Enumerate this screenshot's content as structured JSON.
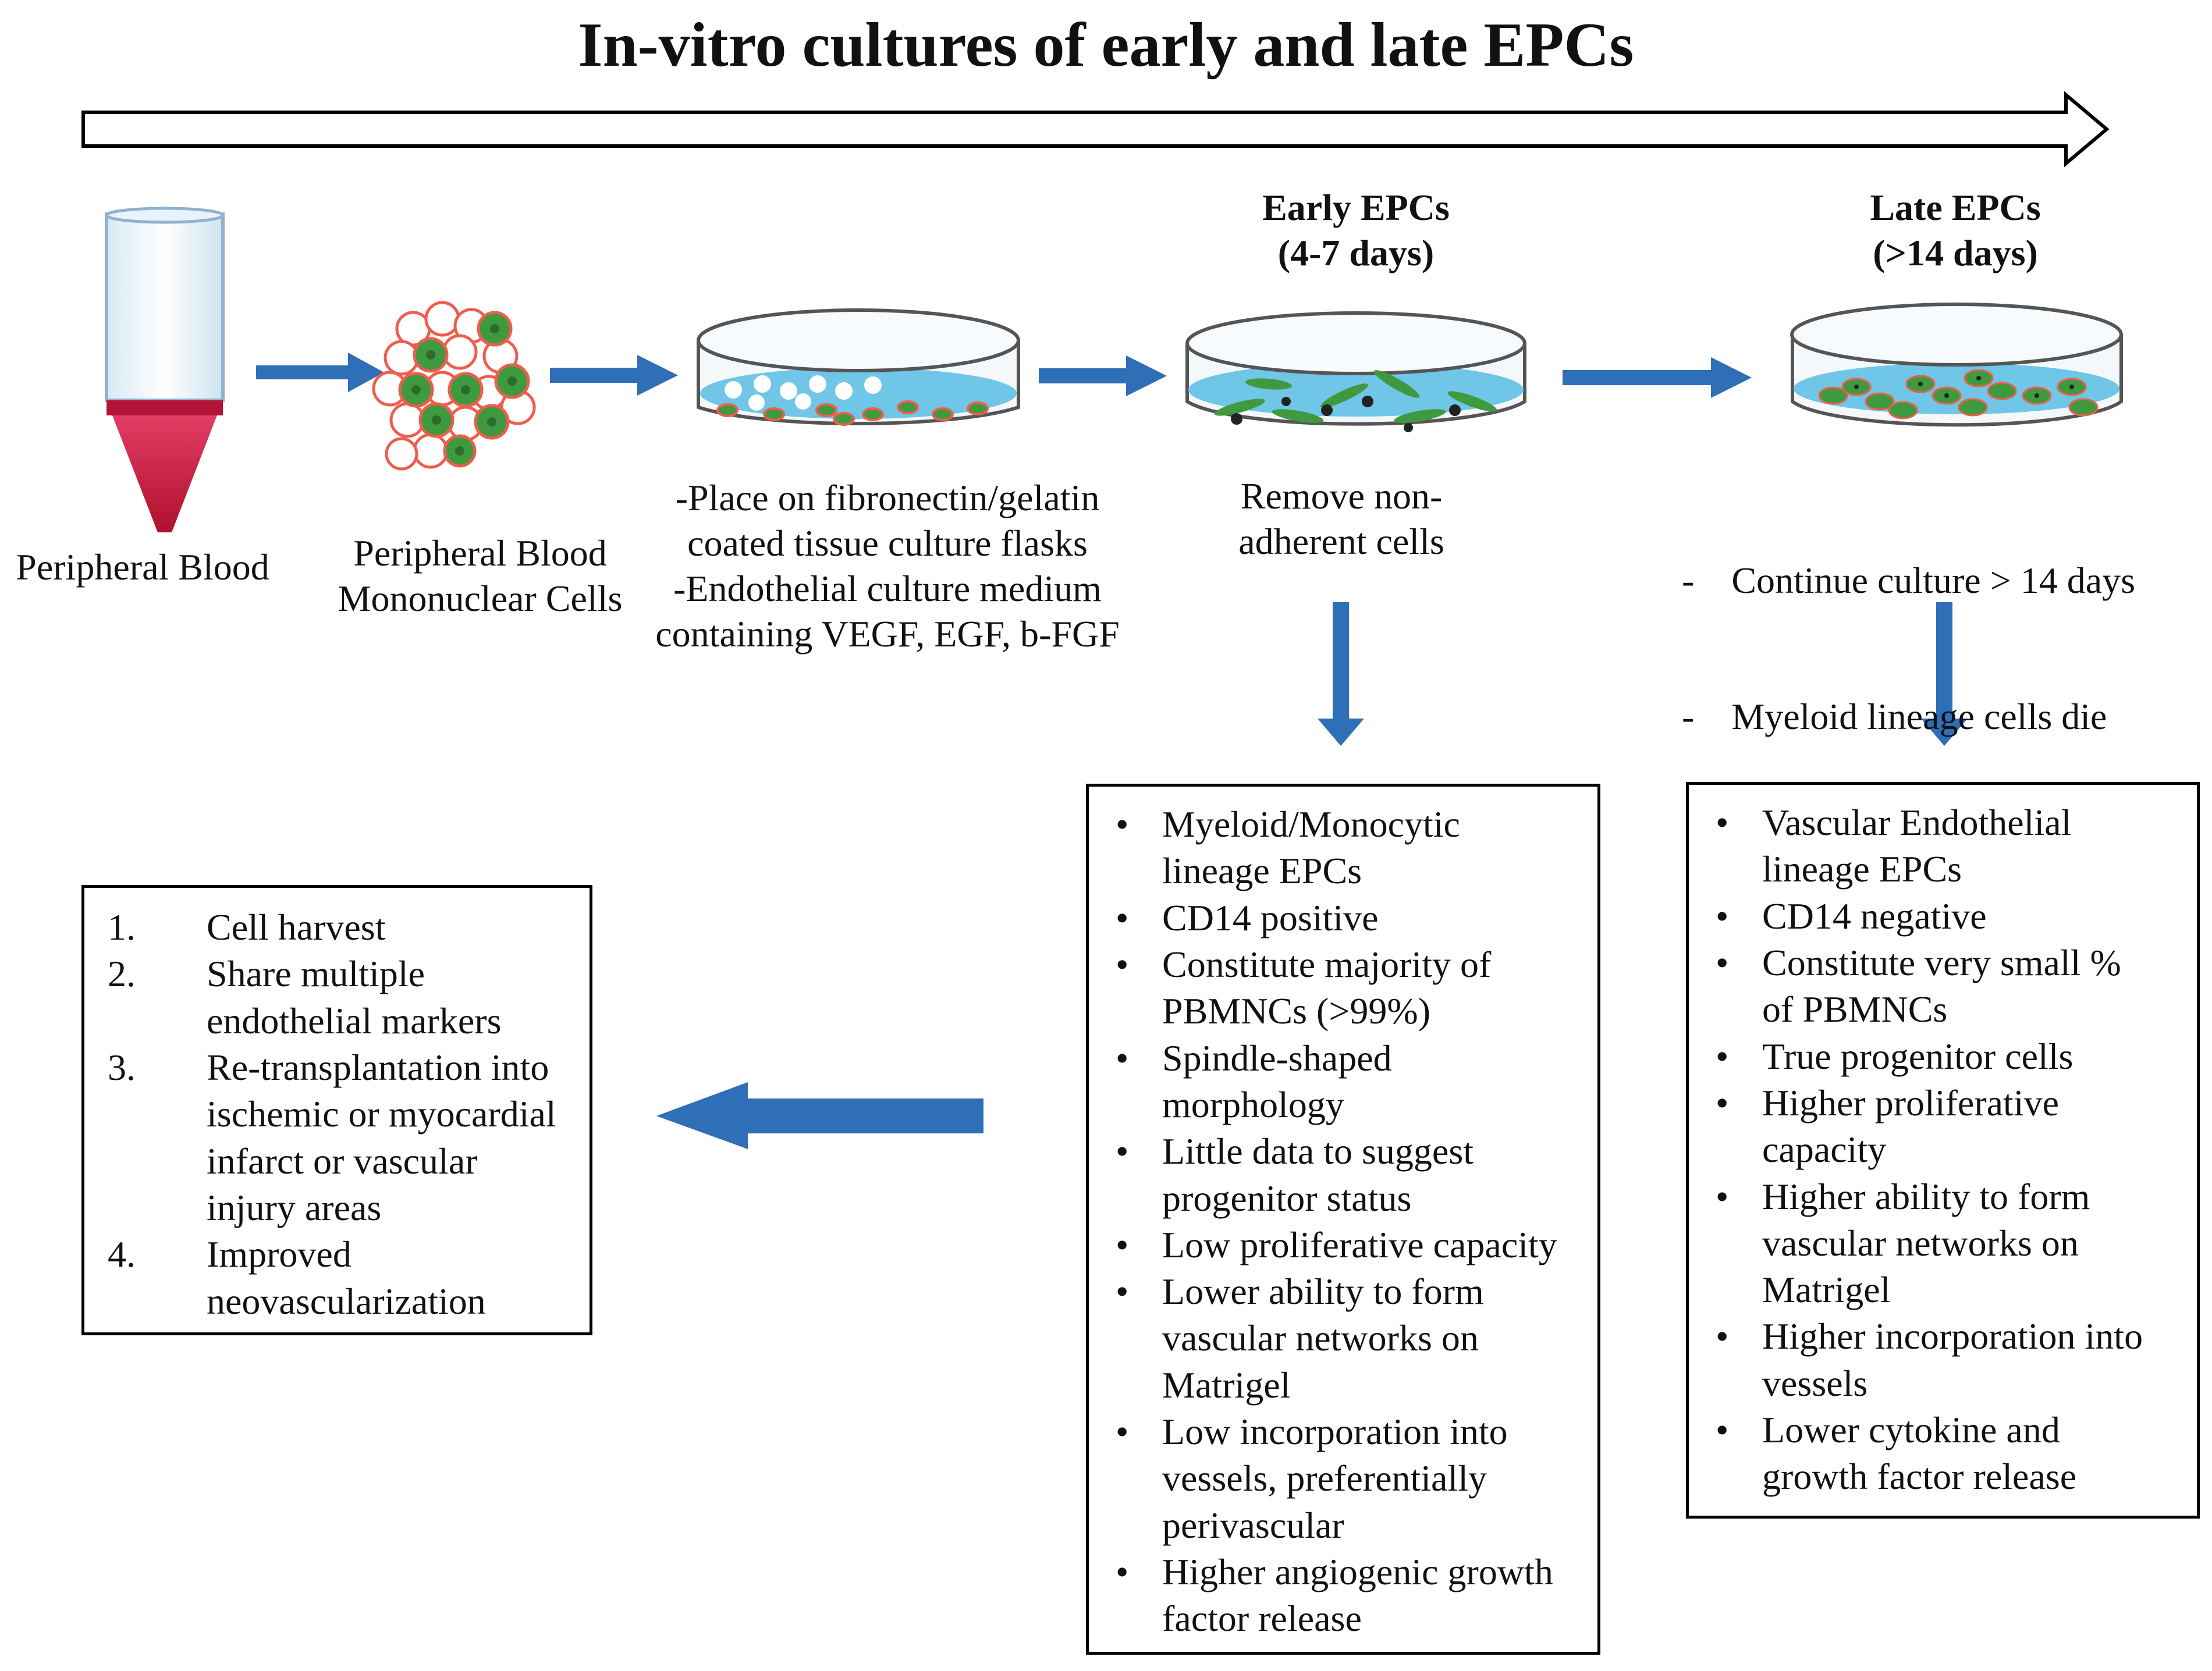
{
  "title": "In-vitro cultures of early and late EPCs",
  "steps": {
    "peripheral_blood": "Peripheral Blood",
    "pbmnc": [
      "Peripheral Blood",
      "Mononuclear Cells"
    ],
    "culture": [
      "-Place on fibronectin/gelatin",
      "coated tissue culture flasks",
      "-Endothelial culture medium",
      "containing VEGF,  EGF,  b-FGF"
    ],
    "early_heading": [
      "Early EPCs",
      "(4-7 days)"
    ],
    "early_note": [
      "Remove non-",
      "adherent cells"
    ],
    "late_heading": [
      "Late EPCs",
      "(>14 days)"
    ],
    "late_note": [
      "-    Continue culture > 14 days",
      "-    Myeloid lineage cells die"
    ]
  },
  "early_box": [
    [
      "Myeloid/Monocytic",
      "lineage EPCs"
    ],
    [
      "CD14 positive"
    ],
    [
      "Constitute majority of",
      "PBMNCs  (>99%)"
    ],
    [
      "Spindle-shaped",
      "morphology"
    ],
    [
      "Little data to suggest",
      "progenitor status"
    ],
    [
      "Low proliferative capacity"
    ],
    [
      "Lower ability to form",
      "vascular networks on",
      "Matrigel"
    ],
    [
      "Low incorporation into",
      "vessels, preferentially",
      "perivascular"
    ],
    [
      "Higher angiogenic growth",
      "factor release"
    ]
  ],
  "late_box": [
    [
      "Vascular Endothelial",
      "lineage EPCs"
    ],
    [
      "CD14 negative"
    ],
    [
      "Constitute very small %",
      "of PBMNCs"
    ],
    [
      "True progenitor cells"
    ],
    [
      "Higher proliferative",
      "capacity"
    ],
    [
      "Higher ability to form",
      "vascular networks on",
      "Matrigel"
    ],
    [
      "Higher incorporation into",
      "vessels"
    ],
    [
      "Lower cytokine and",
      "growth factor release"
    ]
  ],
  "outcome_box": [
    {
      "num": "1.",
      "lines": [
        "Cell harvest"
      ]
    },
    {
      "num": "2.",
      "lines": [
        "Share multiple",
        "endothelial markers"
      ]
    },
    {
      "num": "3.",
      "lines": [
        "Re-transplantation into",
        "ischemic or myocardial",
        "infarct or vascular",
        "injury areas"
      ]
    },
    {
      "num": "4.",
      "lines": [
        "Improved",
        "neovascularization"
      ]
    }
  ],
  "colors": {
    "arrow_blue": "#2e6fb7",
    "blood_red": "#d0204a",
    "medium_blue": "#6fc6e6",
    "cell_green": "#3f9a3f",
    "cell_red_outline": "#ef5d4d"
  }
}
